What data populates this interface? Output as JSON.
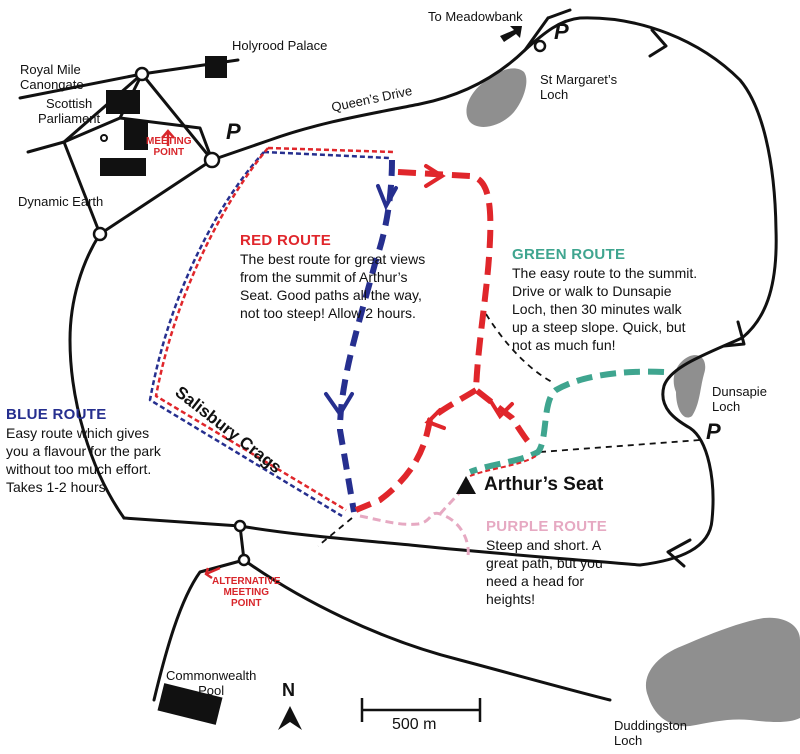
{
  "places": {
    "royal_mile": [
      "Royal Mile",
      "Canongate"
    ],
    "holyrood_palace": "Holyrood Palace",
    "scottish_parliament": [
      "Scottish",
      "Parliament"
    ],
    "dynamic_earth": "Dynamic Earth",
    "queens_drive": "Queen’s Drive",
    "to_meadowbank": "To Meadowbank",
    "st_margarets_loch": [
      "St Margaret’s",
      "Loch"
    ],
    "dunsapie_loch": [
      "Dunsapie",
      "Loch"
    ],
    "salisbury_crags": "Salisbury Crags",
    "arthurs_seat": "Arthur’s Seat",
    "commonwealth_pool": [
      "Commonwealth",
      "Pool"
    ],
    "duddingston_loch": [
      "Duddingston",
      "Loch"
    ]
  },
  "meeting_point": [
    "MEETING",
    "POINT"
  ],
  "alternative_meeting_point": [
    "ALTERNATIVE",
    "MEETING",
    "POINT"
  ],
  "parking_symbol": "P",
  "north_label": "N",
  "scale_label": "500 m",
  "routes": {
    "red": {
      "title": "RED ROUTE",
      "lines": [
        "The best route for great views",
        "from the summit of Arthur’s",
        "Seat. Good paths all the way,",
        "not too steep! Allow 2 hours."
      ],
      "color": "#e0262b"
    },
    "green": {
      "title": "GREEN ROUTE",
      "lines": [
        "The easy route to the summit.",
        "Drive or walk to Dunsapie",
        "Loch, then 30 minutes walk",
        "up a steep slope. Quick, but",
        "not as much fun!"
      ],
      "color": "#3fa58f"
    },
    "blue": {
      "title": "BLUE ROUTE",
      "lines": [
        "Easy route which gives",
        "you a flavour for the park",
        "without too much effort.",
        "Takes 1-2 hours."
      ],
      "color": "#262f8f"
    },
    "purple": {
      "title": "PURPLE ROUTE",
      "lines": [
        "Steep and short. A",
        "great path, but you",
        "need a head for",
        "heights!"
      ],
      "color": "#e6a9c2"
    }
  },
  "colors": {
    "road": "#111111",
    "water": "#8f8f8f",
    "building": "#111111",
    "meeting_red": "#d8262b"
  }
}
